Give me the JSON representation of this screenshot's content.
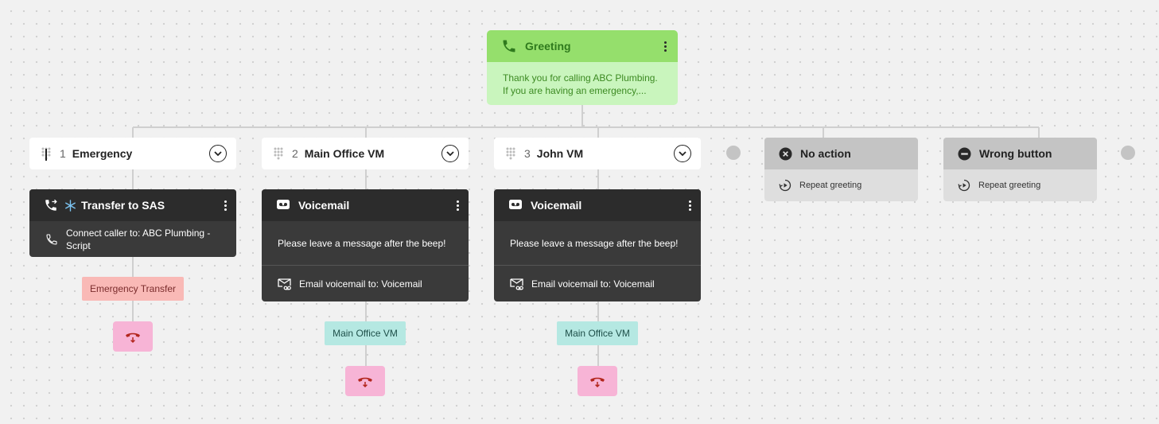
{
  "greeting": {
    "title": "Greeting",
    "line1": "Thank you for calling ABC Plumbing.",
    "line2": "If you are having an emergency,..."
  },
  "options": [
    {
      "key": "1",
      "label": "Emergency",
      "action_title": "Transfer to SAS",
      "detail_line1": "Connect caller to: ABC Plumbing -",
      "detail_line2": "Script",
      "tag": "Emergency Transfer"
    },
    {
      "key": "2",
      "label": "Main Office VM",
      "action_title": "Voicemail",
      "message": "Please leave a message after the beep!",
      "email": "Email voicemail to: Voicemail",
      "tag": "Main Office VM"
    },
    {
      "key": "3",
      "label": "John VM",
      "action_title": "Voicemail",
      "message": "Please leave a message after the beep!",
      "email": "Email voicemail to: Voicemail",
      "tag": "Main Office VM"
    }
  ],
  "no_action": {
    "title": "No action",
    "detail": "Repeat greeting"
  },
  "wrong_button": {
    "title": "Wrong button",
    "detail": "Repeat greeting"
  },
  "icons": {
    "phone": "phone-icon",
    "transfer": "phone-forward-icon",
    "snowflake": "snowflake-icon",
    "voicemail": "voicemail-icon",
    "email": "mail-voicemail-icon",
    "hangup": "hang-up-icon",
    "keypad": "keypad-icon",
    "repeat": "repeat-icon",
    "close": "close-circle-icon",
    "minus": "minus-circle-icon",
    "more": "more-vertical-icon",
    "chevron": "chevron-down-icon"
  },
  "colors": {
    "greeting_header": "#95df6c",
    "greeting_body": "#c9f5bd",
    "card_dark": "#3a3a3a",
    "emergency_tag": "#f9b9b6",
    "vm_tag": "#b5e8e2",
    "hangup": "#f7b4d6"
  }
}
